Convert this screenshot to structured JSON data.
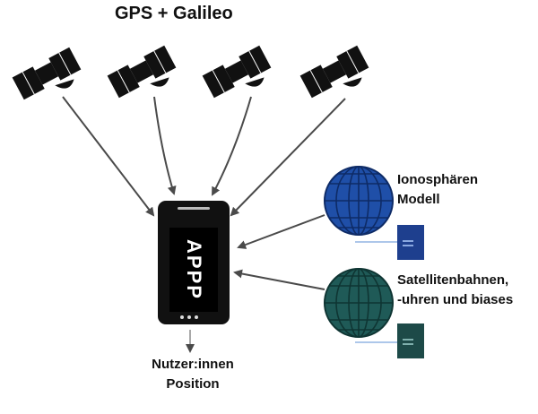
{
  "title": "GPS + Galileo",
  "device": {
    "label": "APPP"
  },
  "sources": [
    {
      "line1": "Ionosphären",
      "line2": "Modell",
      "globe_color": "#1f4fa8",
      "server_color": "#1e3f8e"
    },
    {
      "line1": "Satellitenbahnen,",
      "line2": "-uhren und biases",
      "globe_color": "#1f5a57",
      "server_color": "#1d4a48"
    }
  ],
  "output": {
    "line1": "Nutzer:innen",
    "line2": "Position"
  },
  "satellites": [
    {
      "icon": "satellite-icon"
    },
    {
      "icon": "satellite-icon"
    },
    {
      "icon": "satellite-icon"
    },
    {
      "icon": "satellite-icon"
    }
  ],
  "colors": {
    "arrow": "#4a4a4a",
    "satellite": "#111111",
    "device": "#111111",
    "link_line": "#5b8fd6"
  }
}
